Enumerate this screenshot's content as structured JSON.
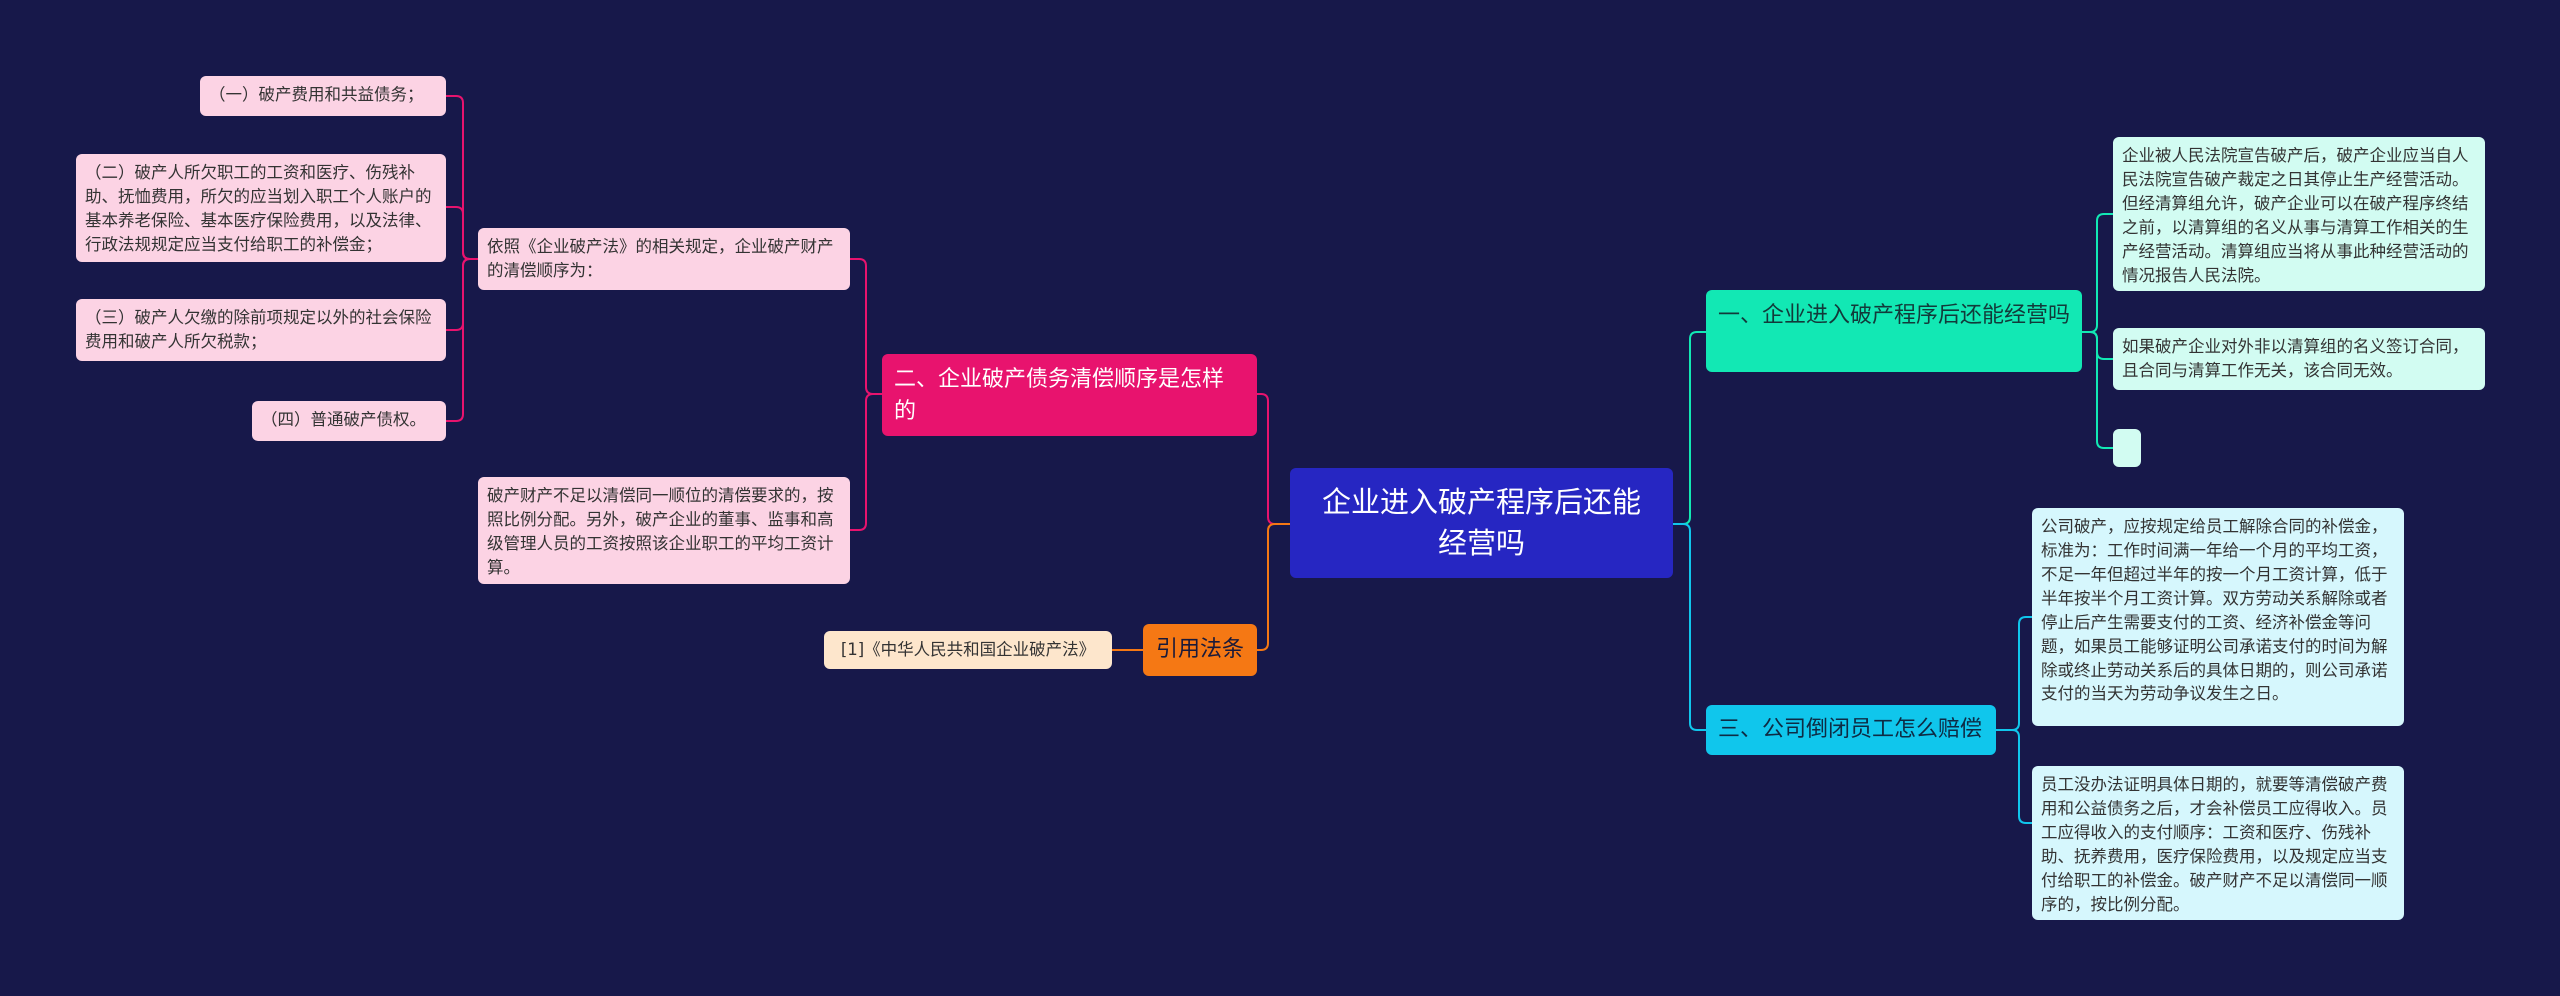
{
  "root": {
    "title": "企业进入破产程序后还能经营吗"
  },
  "branches": {
    "left_top": {
      "title": "二、企业破产债务清偿顺序是怎样的",
      "intro": "依照《企业破产法》的相关规定，企业破产财产的清偿顺序为：",
      "items": [
        "（一）破产费用和共益债务；",
        "（二）破产人所欠职工的工资和医疗、伤残补助、抚恤费用，所欠的应当划入职工个人账户的基本养老保险、基本医疗保险费用，以及法律、行政法规规定应当支付给职工的补偿金；",
        "（三）破产人欠缴的除前项规定以外的社会保险费用和破产人所欠税款；",
        "（四）普通破产债权。"
      ],
      "note": "破产财产不足以清偿同一顺位的清偿要求的，按照比例分配。另外，破产企业的董事、监事和高级管理人员的工资按照该企业职工的平均工资计算。"
    },
    "left_bottom": {
      "title": "引用法条",
      "items": [
        "[1]《中华人民共和国企业破产法》"
      ]
    },
    "right_top": {
      "title": "一、企业进入破产程序后还能经营吗",
      "items": [
        "企业被人民法院宣告破产后，破产企业应当自人民法院宣告破产裁定之日其停止生产经营活动。但经清算组允许，破产企业可以在破产程序终结之前，以清算组的名义从事与清算工作相关的生产经营活动。清算组应当将从事此种经营活动的情况报告人民法院。",
        "如果破产企业对外非以清算组的名义签订合同，且合同与清算工作无关，该合同无效。",
        ""
      ]
    },
    "right_bottom": {
      "title": "三、公司倒闭员工怎么赔偿",
      "items": [
        "公司破产，应按规定给员工解除合同的补偿金，标准为：工作时间满一年给一个月的平均工资，不足一年但超过半年的按一个月工资计算，低于半年按半个月工资计算。双方劳动关系解除或者停止后产生需要支付的工资、经济补偿金等问题，如果员工能够证明公司承诺支付的时间为解除或终止劳动关系后的具体日期的，则公司承诺支付的当天为劳动争议发生之日。",
        "员工没办法证明具体日期的，就要等清偿破产费用和公益债务之后，才会补偿员工应得收入。员工应得收入的支付顺序：工资和医疗、伤残补助、抚养费用，医疗保险费用，以及规定应当支付给职工的补偿金。破产财产不足以清偿同一顺序的，按比例分配。"
      ]
    }
  },
  "colors": {
    "background": "#17184a",
    "root": "#2626c2",
    "pink": "#e8136e",
    "orange": "#f57814",
    "green": "#12e8b4",
    "cyan": "#10c6ec"
  }
}
